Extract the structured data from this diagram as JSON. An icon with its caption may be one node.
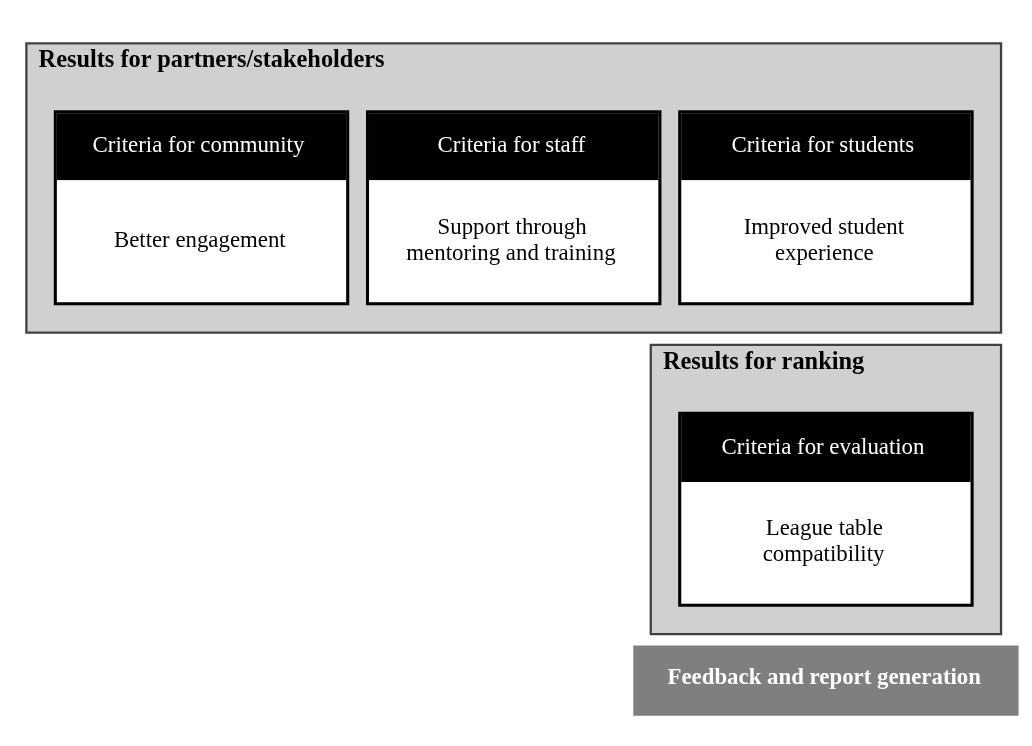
{
  "diagram": {
    "nodes": [
      {
        "text": [
          "Results for partners/stakeholders"
        ]
      },
      {
        "text": [
          "Criteria for students",
          "Improved student experience"
        ],
        "in": 0
      },
      {
        "text": [
          "Criteria for staff",
          "Support through mentoring and training"
        ],
        "in": 0
      },
      {
        "text": [
          "Criteria for community",
          "Better engagement"
        ],
        "in": 0
      },
      {
        "text": [
          "Results for ranking"
        ]
      },
      {
        "text": [
          "Criteria for evaluation",
          "League table compatibility"
        ],
        "in": 4
      },
      {
        "text": [
          "Feedback and report generation"
        ]
      }
    ]
  }
}
